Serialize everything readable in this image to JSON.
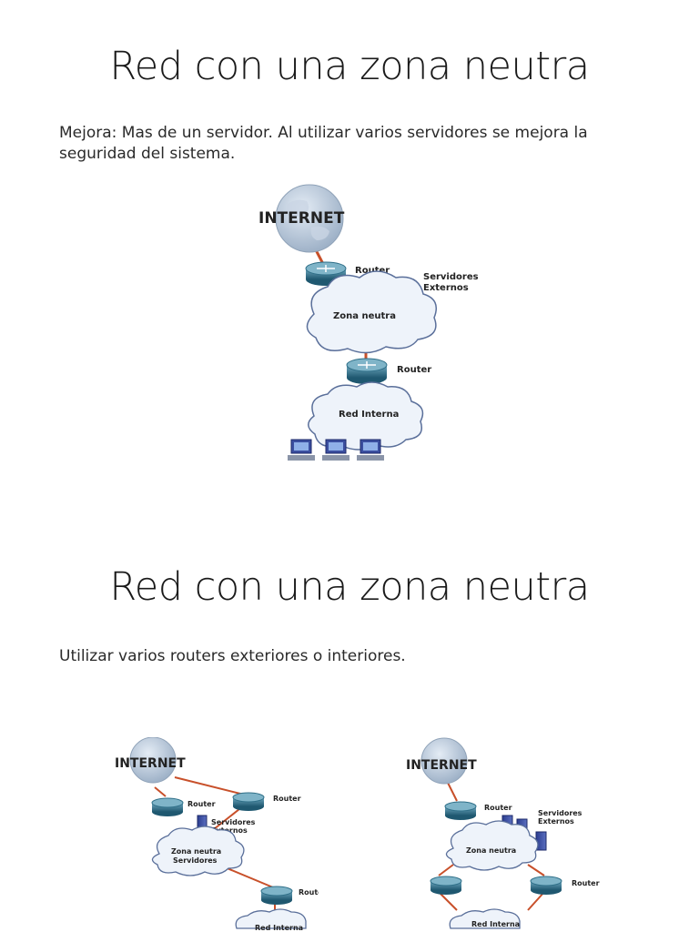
{
  "slide1": {
    "title": "Red con una zona neutra",
    "text": "Mejora: Mas de un servidor. Al utilizar varios servidores se mejora la seguridad del sistema.",
    "diagram": {
      "internet": "INTERNET",
      "router_top": "Router",
      "servers": "Servidores Externos",
      "servers_line1": "Servidores",
      "servers_line2": "Externos",
      "zone": "Zona neutra",
      "router_bottom": "Router",
      "internal": "Red Interna"
    }
  },
  "slide2": {
    "title": "Red con una zona neutra",
    "text": "Utilizar varios routers exteriores o interiores.",
    "diagram_left": {
      "internet": "INTERNET",
      "router1": "Router",
      "router2": "Router",
      "servers_line1": "Servidores",
      "servers_line2": "Externos",
      "zone_line1": "Zona neutra",
      "zone_line2": "Servidores",
      "router3": "Router",
      "internal": "Red Interna"
    },
    "diagram_right": {
      "internet": "INTERNET",
      "router1": "Router",
      "servers_line1": "Servidores",
      "servers_line2": "Externos",
      "zone": "Zona neutra",
      "router2": "Router",
      "internal": "Red Interna"
    }
  },
  "colors": {
    "link": "#c8502a",
    "router": "#2f6f88",
    "server": "#3b4fa0",
    "cloud_fill": "#eef3fa",
    "cloud_stroke": "#5a6f9a",
    "globe": "#b8c6d8"
  }
}
